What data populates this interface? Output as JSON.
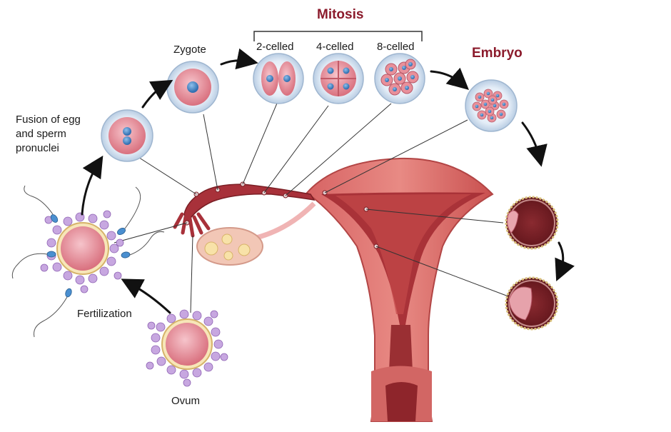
{
  "labels": {
    "mitosis": "Mitosis",
    "embryo": "Embryo",
    "zygote": "Zygote",
    "two_celled": "2-celled",
    "four_celled": "4-celled",
    "eight_celled": "8-celled",
    "fusion_line1": "Fusion of egg",
    "fusion_line2": "and sperm",
    "fusion_line3": "pronuclei",
    "fertilization": "Fertilization",
    "ovum": "Ovum"
  },
  "colors": {
    "title": "#8b1a2b",
    "uterus_wall": "#cf5b5b",
    "uterus_dark": "#7a1e24",
    "cell_pink": "#e8909a",
    "halo_blue": "#d6e4f2",
    "nucleus_blue": "#3d7ec0",
    "corona_purple": "#b48fd0"
  }
}
